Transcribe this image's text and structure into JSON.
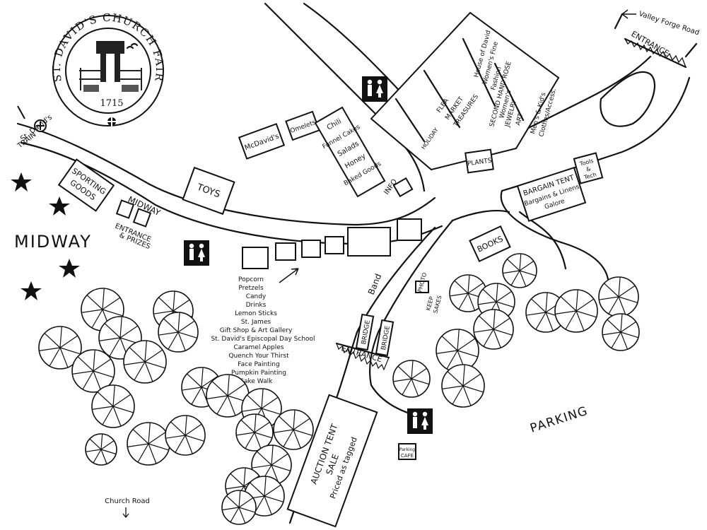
{
  "seal": {
    "ring_text": "ST. DAVID'S CHURCH FAIR",
    "year": "1715"
  },
  "areas": {
    "midway_label": "MIDWAY",
    "parking_label": "PARKING",
    "band_label": "Band"
  },
  "roads": {
    "valley_forge": "Valley Forge Road",
    "church_road": "Church Road"
  },
  "entrances": {
    "main": "ENTRANCE",
    "lower": "ENTRANCE",
    "midway_entrance": "MIDWAY",
    "midway_entrance_sub1": "ENTRANCE",
    "midway_entrance_sub2": "& PRIZES"
  },
  "bridges": [
    "BRIDGE",
    "BRIDGE"
  ],
  "train": {
    "line1": "St. David's",
    "line2": "TRAIN"
  },
  "booths": {
    "sporting_goods": [
      "SPORTING",
      "GOODS"
    ],
    "toys": "TOYS",
    "mcdavids": "McDavid's",
    "omelets": "Omelets",
    "food_column": [
      "Chili",
      "Funnel Cakes",
      "Salads",
      "Honey",
      "Baked Goods"
    ],
    "info": "INFO",
    "plants": "PLANTS",
    "books": "BOOKS",
    "photo": [
      "PHOTO",
      "KEEP",
      "SAKES"
    ],
    "bargain": [
      "BARGAIN TENT",
      "Bargains & Linens",
      "Galore"
    ],
    "tools": [
      "Tools",
      "&",
      "Tech"
    ],
    "auction": [
      "AUCTION TENT",
      "SALE",
      "Priced as tagged"
    ],
    "cafe": [
      "Parking",
      "CAFE"
    ]
  },
  "market": {
    "holiday": "HOLIDAY",
    "flea": [
      "FLEA",
      "MARKET",
      "TREASURES"
    ],
    "fashion": [
      "House of David",
      "Women's Fine",
      "Fashion"
    ],
    "second_hand": [
      "SECOND HAND ROSE",
      "Women's"
    ],
    "jewelry": "JEWELRY",
    "art": "ART",
    "mens": [
      "Men's & Kid's",
      "Clothes/Access."
    ]
  },
  "vendor_list": [
    "Popcorn",
    "Pretzels",
    "Candy",
    "Drinks",
    "Lemon Sticks",
    "St. James",
    "Gift Shop & Art Gallery",
    "St. David's Episcopal Day School",
    "Caramel Apples",
    "Quench Your Thirst",
    "Face Painting",
    "Pumpkin Painting",
    "Cake Walk"
  ],
  "icons": [
    "restroom-icon",
    "star-icon",
    "tree-icon",
    "cross-icon",
    "arrow-icon"
  ]
}
